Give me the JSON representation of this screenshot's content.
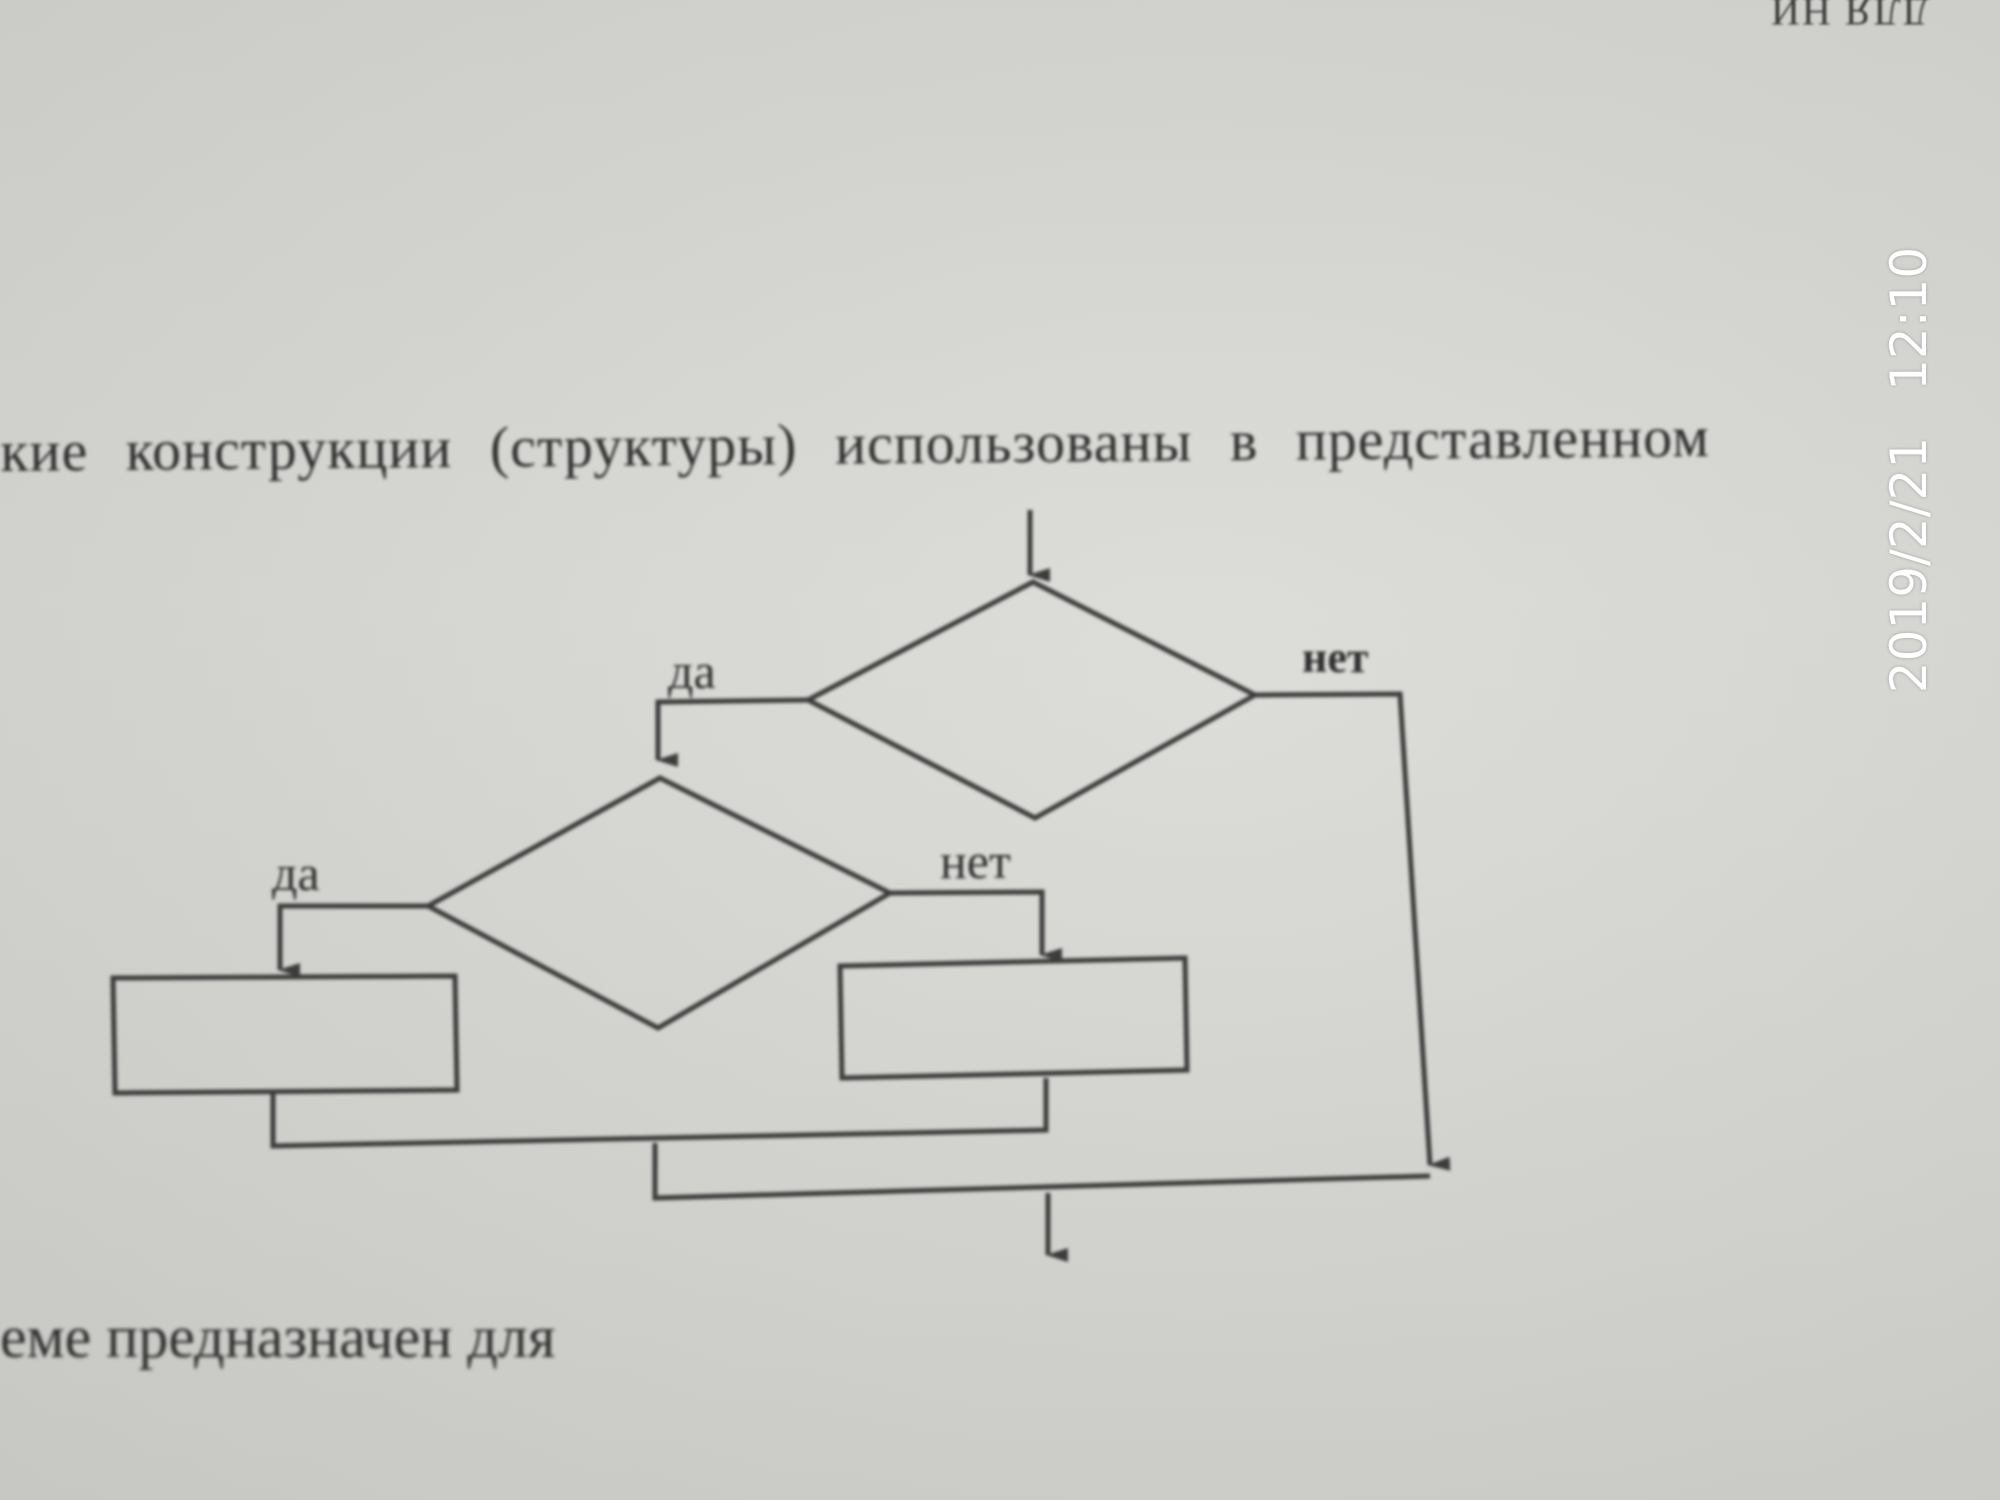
{
  "photo": {
    "top_edge_text": "ДЛЯ НИ",
    "question_text": "кие конструкции (структуры) использованы в представленном",
    "bottom_text": "еме предназначен для",
    "timestamp": {
      "date": "2019/2/21",
      "time": "12:10"
    }
  },
  "flowchart": {
    "top_decision": {
      "yes_label": "да",
      "no_label": "нет"
    },
    "inner_decision": {
      "yes_label": "да",
      "no_label": "нет"
    },
    "line_color": "#3c3c3c"
  }
}
